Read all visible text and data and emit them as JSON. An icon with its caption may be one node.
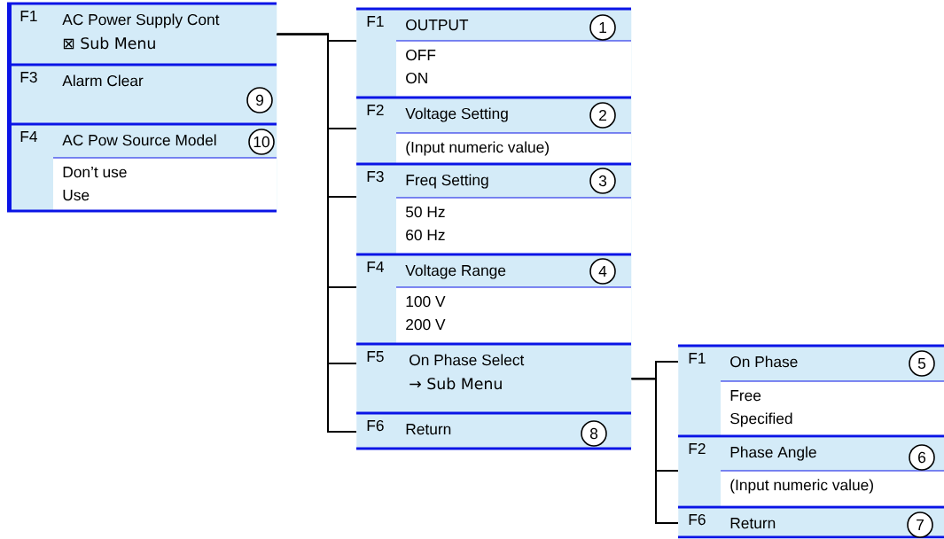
{
  "diagram": {
    "nodes": [
      {
        "text": [
          "F1",
          "AC Power Supply Cont",
          "⊠ Sub Menu"
        ]
      },
      {
        "text": [
          "F3",
          "Alarm Clear"
        ]
      },
      {
        "text": [
          "9"
        ],
        "in": 1
      },
      {
        "text": [
          "F4",
          "AC Pow Source Model",
          "Don’t use",
          "Use"
        ]
      },
      {
        "text": [
          "10"
        ],
        "in": 3
      },
      {
        "text": [
          "F1",
          "OUTPUT",
          "OFF",
          "ON"
        ]
      },
      {
        "text": [
          "1"
        ],
        "in": 5
      },
      {
        "text": [
          "F2",
          "Voltage Setting",
          "(Input numeric value)"
        ]
      },
      {
        "text": [
          "2"
        ],
        "in": 7
      },
      {
        "text": [
          "F3",
          "Freq Setting",
          "50 Hz",
          "60 Hz"
        ]
      },
      {
        "text": [
          "3"
        ],
        "in": 9
      },
      {
        "text": [
          "F4",
          "Voltage Range",
          "100 V",
          "200 V"
        ]
      },
      {
        "text": [
          "4"
        ],
        "in": 11
      },
      {
        "text": [
          "F5",
          "On Phase Select",
          "→ Sub Menu"
        ]
      },
      {
        "text": [
          "F6",
          "Return"
        ]
      },
      {
        "text": [
          "8"
        ],
        "in": 14
      },
      {
        "text": [
          "F1",
          "On Phase",
          "Free",
          "Specified"
        ]
      },
      {
        "text": [
          "5"
        ],
        "in": 16
      },
      {
        "text": [
          "F2",
          "Phase Angle",
          "(Input numeric value)"
        ]
      },
      {
        "text": [
          "6"
        ],
        "in": 18
      },
      {
        "text": [
          "F6",
          "Return"
        ]
      },
      {
        "text": [
          "7"
        ],
        "in": 20
      }
    ],
    "edges": [
      {
        "from": 0,
        "to": 5,
        "arrow": "none"
      },
      {
        "from": 0,
        "to": 7,
        "arrow": "none"
      },
      {
        "from": 0,
        "to": 9,
        "arrow": "none"
      },
      {
        "from": 0,
        "to": 11,
        "arrow": "none"
      },
      {
        "from": 0,
        "to": 13,
        "arrow": "none"
      },
      {
        "from": 0,
        "to": 14,
        "arrow": "none"
      },
      {
        "from": 13,
        "to": 16,
        "arrow": "none"
      },
      {
        "from": 13,
        "to": 18,
        "arrow": "none"
      },
      {
        "from": 13,
        "to": 20,
        "arrow": "none"
      }
    ]
  }
}
